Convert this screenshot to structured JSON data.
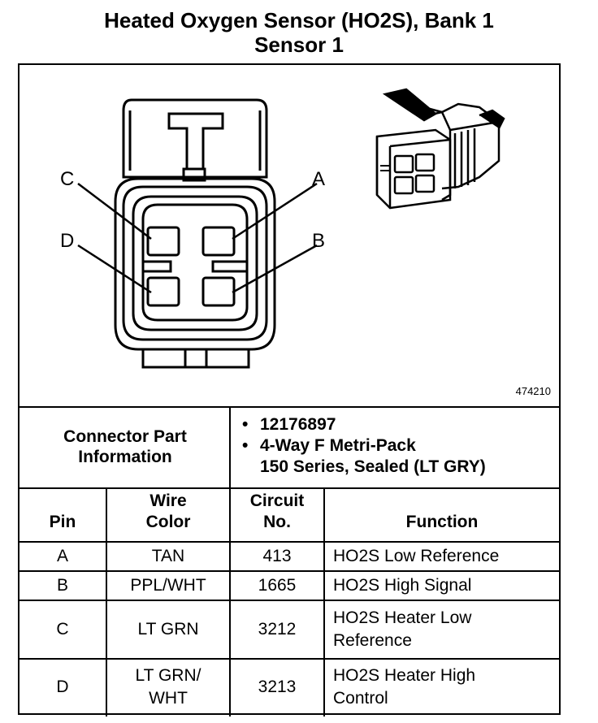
{
  "title": {
    "line1": "Heated Oxygen Sensor (HO2S), Bank 1",
    "line2": "Sensor 1"
  },
  "diagram": {
    "figure_number": "474210",
    "pin_labels": [
      "C",
      "A",
      "D",
      "B"
    ]
  },
  "connector": {
    "label_line1": "Connector Part",
    "label_line2": "Information",
    "info": [
      "12176897",
      "4-Way F Metri-Pack",
      "150 Series, Sealed (LT GRY)"
    ]
  },
  "table": {
    "headers": {
      "pin": "Pin",
      "wire_line1": "Wire",
      "wire_line2": "Color",
      "circuit_line1": "Circuit",
      "circuit_line2": "No.",
      "function": "Function"
    },
    "rows": [
      {
        "pin": "A",
        "wire1": "TAN",
        "wire2": "",
        "circuit": "413",
        "func1": "HO2S Low Reference",
        "func2": ""
      },
      {
        "pin": "B",
        "wire1": "PPL/WHT",
        "wire2": "",
        "circuit": "1665",
        "func1": "HO2S High Signal",
        "func2": ""
      },
      {
        "pin": "C",
        "wire1": "LT GRN",
        "wire2": "",
        "circuit": "3212",
        "func1": "HO2S Heater Low",
        "func2": "Reference"
      },
      {
        "pin": "D",
        "wire1": "LT GRN/",
        "wire2": "WHT",
        "circuit": "3213",
        "func1": "HO2S Heater High",
        "func2": "Control"
      }
    ]
  }
}
